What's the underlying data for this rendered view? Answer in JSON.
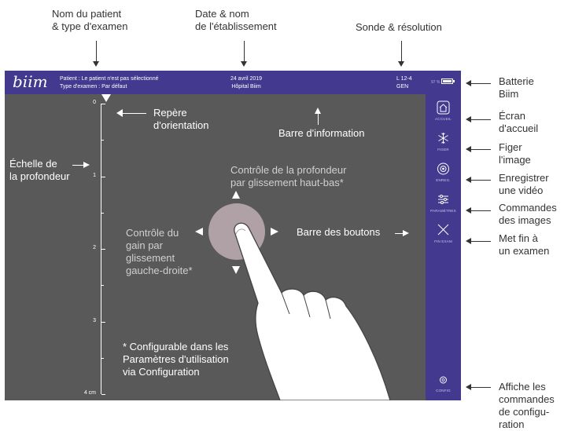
{
  "annotations": {
    "patient_line1": "Nom du patient",
    "patient_line2": "& type d'examen",
    "date_line1": "Date & nom",
    "date_line2": "de l'établissement",
    "probe": "Sonde & résolution",
    "battery_line1": "Batterie",
    "battery_line2": "Biim",
    "home_line1": "Écran",
    "home_line2": "d'accueil",
    "freeze_line1": "Figer",
    "freeze_line2": "l'image",
    "record_line1": "Enregistrer",
    "record_line2": "une vidéo",
    "controls_line1": "Commandes",
    "controls_line2": "des images",
    "end_line1": "Met fin à",
    "end_line2": "un examen",
    "config_line1": "Affiche les",
    "config_line2": "commandes",
    "config_line3": "de configu-",
    "config_line4": "ration",
    "orientation_line1": "Repère",
    "orientation_line2": "d'orientation",
    "info_bar": "Barre d'information",
    "depth_scale_line1": "Échelle de",
    "depth_scale_line2": "la profondeur",
    "depth_ctrl_line1": "Contrôle de la profondeur",
    "depth_ctrl_line2": "par glissement haut-bas*",
    "gain_line1": "Contrôle du",
    "gain_line2": "gain par",
    "gain_line3": "glissement",
    "gain_line4": "gauche-droite*",
    "button_bar": "Barre des boutons",
    "footnote_line1": "* Configurable dans les",
    "footnote_line2": "Paramètres d'utilisation",
    "footnote_line3": "via Configuration"
  },
  "topbar": {
    "logo": "biim",
    "patient": "Patient : Le patient n'est pas sélectionné",
    "exam_type": "Type d'examen : Par défaut",
    "date": "24 avril 2019",
    "facility": "Hôpital Biim",
    "probe": "L 12-4",
    "resolution": "GEN",
    "battery": "97 %"
  },
  "sidebar": {
    "home": "ACCUEIL",
    "freeze": "FIGER",
    "record": "ENREG.",
    "params": "PARAMÈTRES",
    "end": "FIN EXAM",
    "config": "CONFIG"
  },
  "depth_scale": {
    "ticks": [
      "0",
      "1",
      "2",
      "3",
      "4 cm"
    ]
  },
  "colors": {
    "brand": "#433a8f",
    "image_area": "#595959"
  }
}
